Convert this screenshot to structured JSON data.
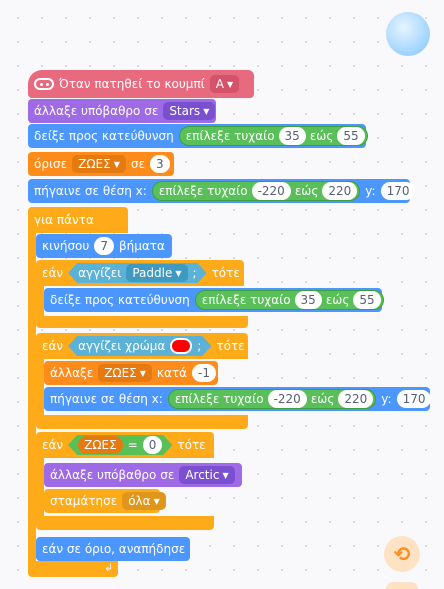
{
  "colors": {
    "event": "#e76a7f",
    "looks": "#9f6ae6",
    "motion": "#4c97ff",
    "data": "#ff8c1a",
    "control": "#ffab19",
    "sensing": "#5cb1d6",
    "operators": "#59c059"
  },
  "event": {
    "icon": "keypad-icon",
    "label": "Όταν πατηθεί το κουμπί",
    "key": "A"
  },
  "b_backdrop1": {
    "label": "άλλαξε υπόβαθρο σε",
    "value": "Stars"
  },
  "b_point1": {
    "label": "δείξε προς κατεύθυνση",
    "op": "επίλεξε τυχαίο",
    "from": "35",
    "to_label": "εώς",
    "to": "55"
  },
  "b_set": {
    "label": "όρισε",
    "var": "ΖΩΕΣ",
    "to_label": "σε",
    "value": "3"
  },
  "b_goto1": {
    "label": "πήγαινε σε θέση x:",
    "op": "επίλεξε τυχαίο",
    "from": "-220",
    "to_label": "εώς",
    "to": "220",
    "y_label": "y:",
    "y": "170"
  },
  "forever": {
    "label": "για πάντα"
  },
  "b_move": {
    "label": "κινήσου",
    "steps": "7",
    "unit": "βήματα"
  },
  "if1": {
    "if": "εάν",
    "cond": "αγγίζει",
    "target": "Paddle",
    "q": ";",
    "then": "τότε"
  },
  "b_point2": {
    "label": "δείξε προς κατεύθυνση",
    "op": "επίλεξε τυχαίο",
    "from": "35",
    "to_label": "εώς",
    "to": "55"
  },
  "if2": {
    "if": "εάν",
    "cond": "αγγίζει χρώμα",
    "q": ";",
    "then": "τότε",
    "swatch": "#ff0000"
  },
  "b_change": {
    "label": "άλλαξε",
    "var": "ΖΩΕΣ",
    "by_label": "κατά",
    "value": "-1"
  },
  "b_goto2": {
    "label": "πήγαινε σε θέση x:",
    "op": "επίλεξε τυχαίο",
    "from": "-220",
    "to_label": "εώς",
    "to": "220",
    "y_label": "y:",
    "y": "170"
  },
  "if3": {
    "if": "εάν",
    "var": "ΖΩΕΣ",
    "eq": "=",
    "value": "0",
    "then": "τότε"
  },
  "b_backdrop2": {
    "label": "άλλαξε υπόβαθρο σε",
    "value": "Arctic"
  },
  "b_stop": {
    "label": "σταμάτησε",
    "value": "όλα"
  },
  "b_bounce": {
    "label": "εάν σε όριο, αναπήδησε"
  },
  "loop_icon": "loop-arrow-icon",
  "undo_icon": "undo-icon"
}
